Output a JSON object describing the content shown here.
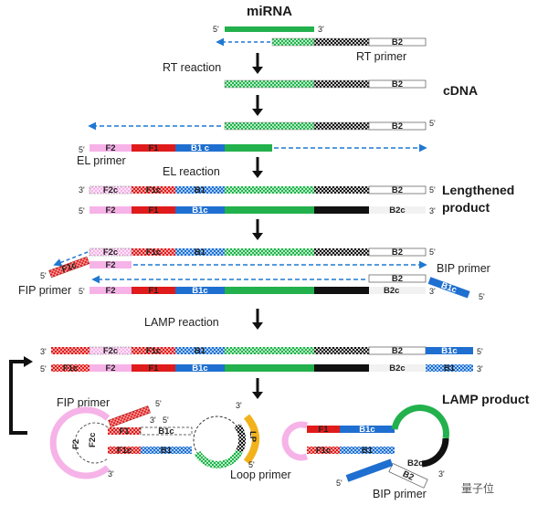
{
  "title": "miRNA",
  "steps": {
    "rt_reaction": "RT reaction",
    "el_reaction": "EL reaction",
    "lamp_reaction": "LAMP reaction"
  },
  "products": {
    "cdna": "cDNA",
    "lengthened_line1": "Lengthened",
    "lengthened_line2": "product",
    "lamp_product": "LAMP product"
  },
  "primers": {
    "rt": "RT primer",
    "el": "EL primer",
    "fip": "FIP primer",
    "bip": "BIP primer",
    "loop": "Loop primer"
  },
  "segments": {
    "F2": "F2",
    "F1": "F1",
    "B1c": "B1c",
    "B1c_spaced": "B1 c",
    "B2": "B2",
    "B2c": "B2c",
    "F2c": "F2c",
    "F1c": "F1c",
    "B1": "B1",
    "LP": "LP"
  },
  "ends": {
    "five": "5'",
    "three": "3'"
  },
  "watermark": "量子位",
  "colors": {
    "pink": "#f6b3e8",
    "red": "#e01b1b",
    "blue": "#1f6fd0",
    "green": "#22b14c",
    "black": "#111111",
    "orange": "#f2b21b",
    "dash_blue": "#1f78d1"
  }
}
